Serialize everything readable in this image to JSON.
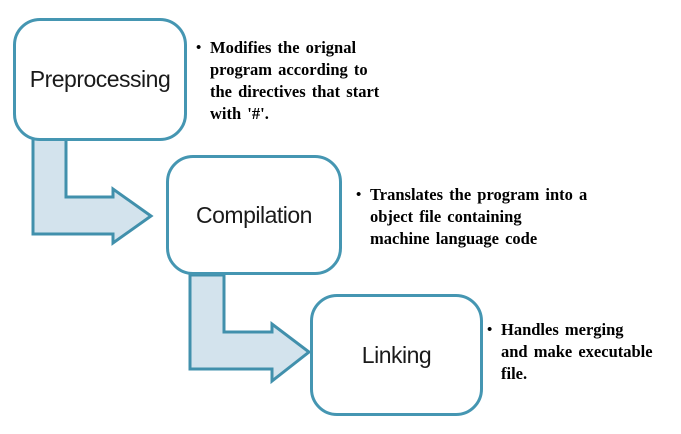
{
  "background": "#ffffff",
  "colors": {
    "box_border": "#4596b2",
    "box_fill": "#ffffff",
    "arrow_fill": "#d3e3ed",
    "arrow_stroke": "#4190ac",
    "label_text": "#1a1a1a",
    "bullet_text": "#000000"
  },
  "steps": [
    {
      "label": "Preprocessing",
      "bullet": "•",
      "lines": [
        "Modifies the orignal",
        "program according to",
        "the directives that start",
        "with '#'."
      ]
    },
    {
      "label": "Compilation",
      "bullet": "•",
      "lines": [
        "Translates the program into a",
        "object file containing",
        "machine language code"
      ]
    },
    {
      "label": "Linking",
      "bullet": "•",
      "lines": [
        "Handles merging",
        "and make executable",
        "file."
      ]
    }
  ]
}
